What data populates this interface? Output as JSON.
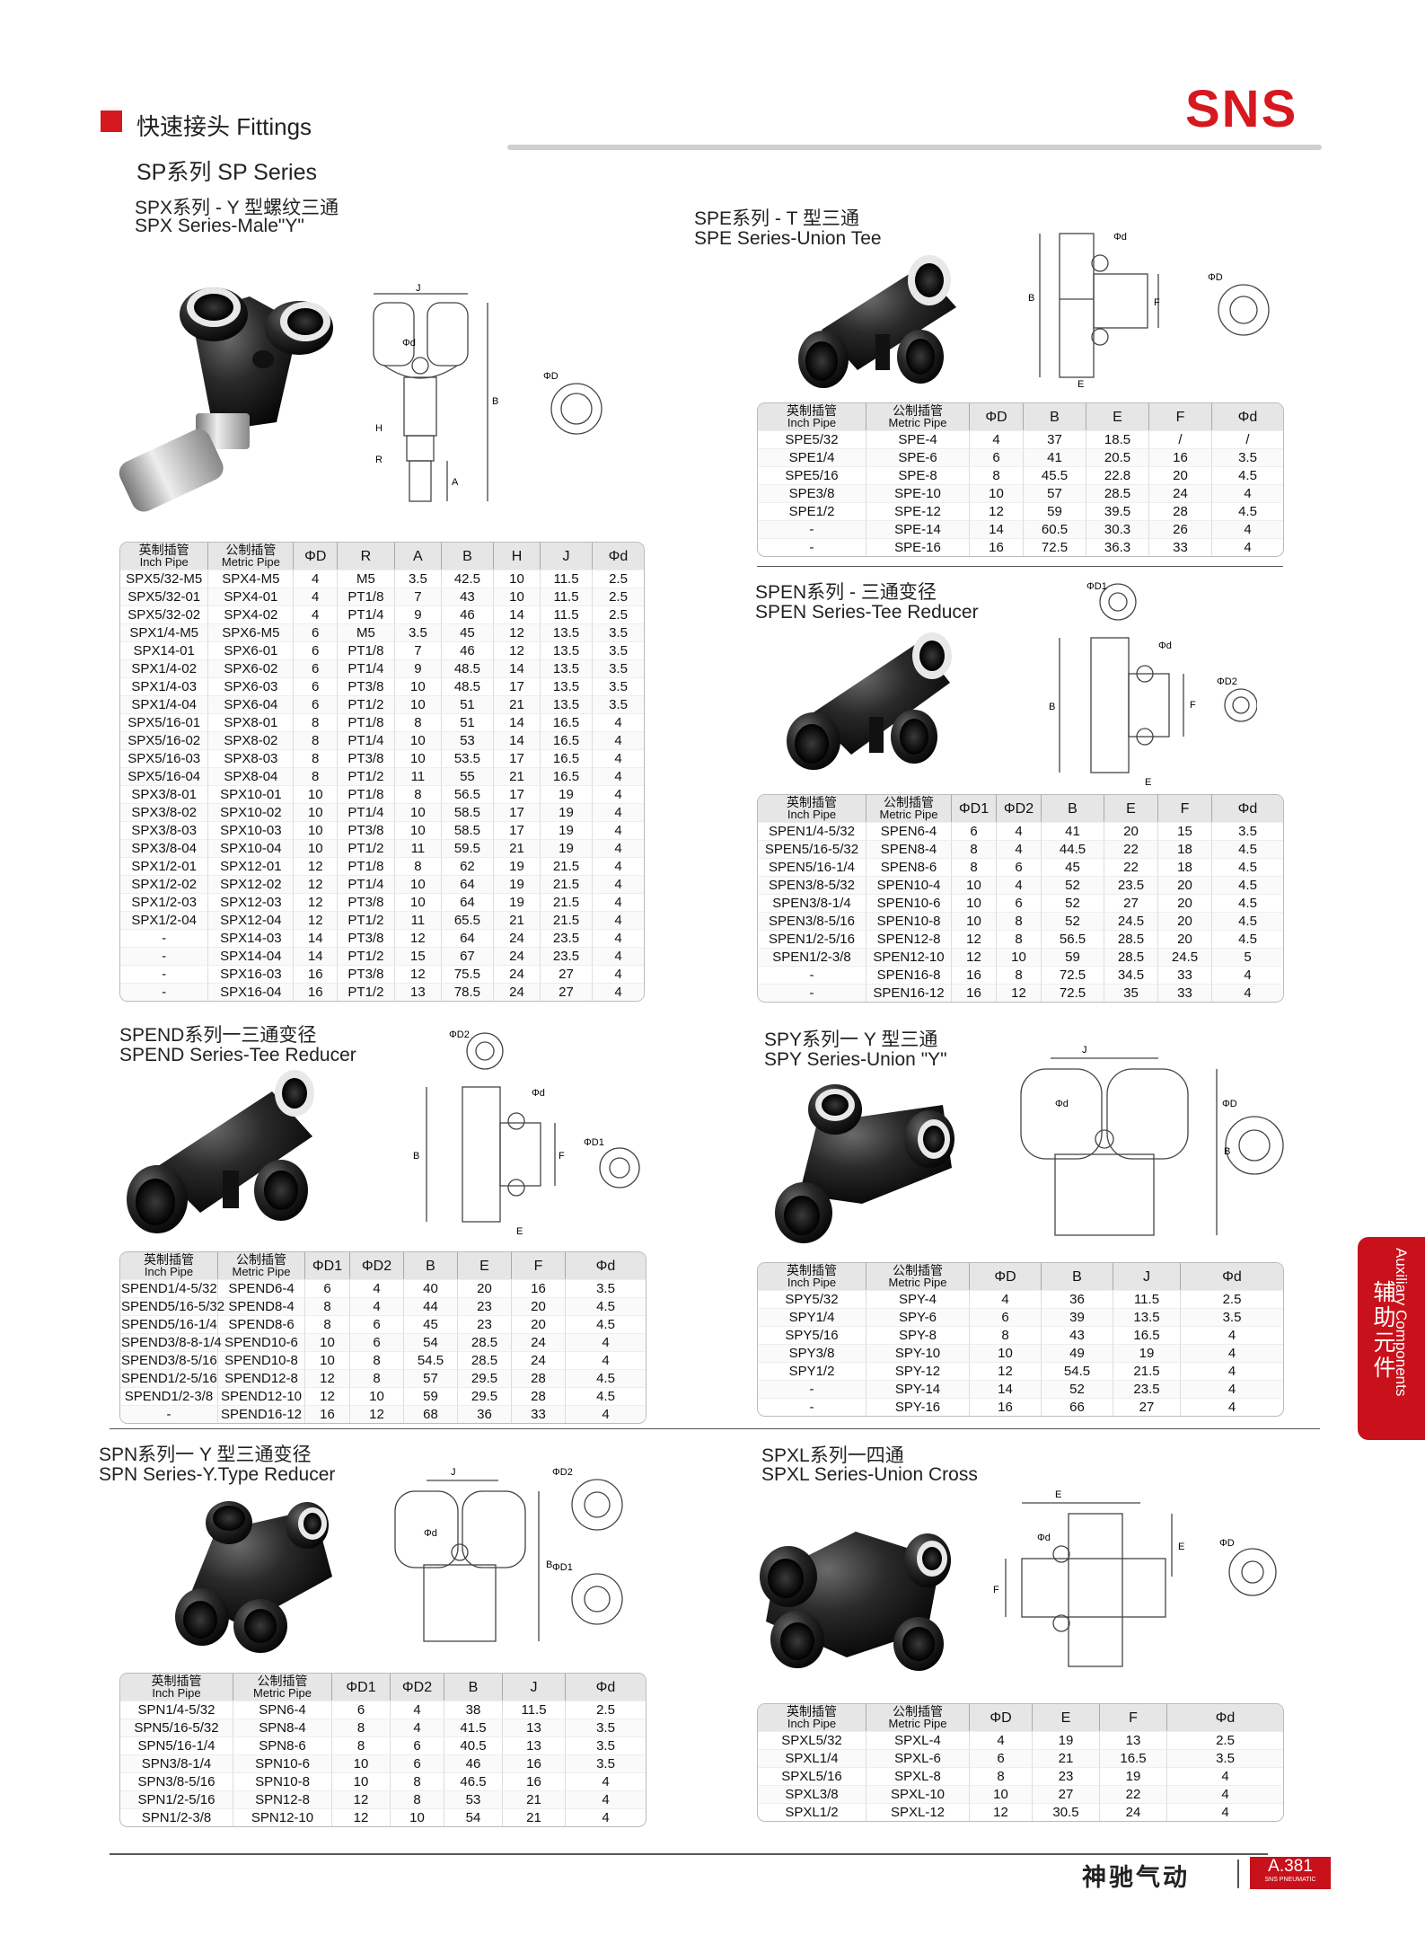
{
  "header": {
    "title": "快速接头 Fittings",
    "subtitle": "SP系列 SP Series",
    "logo": "SNS",
    "accent": "#d6181f"
  },
  "sidebar": {
    "en": "Auxiliary Components",
    "cn": "辅助元件"
  },
  "footer": {
    "brand": "神驰气动",
    "page": "A.381",
    "page_sub": "SNS PNEUMATIC"
  },
  "dims": {
    "phiD": "ΦD",
    "phid": "Φd",
    "phiD1": "ΦD1",
    "phiD2": "ΦD2",
    "A": "A",
    "B": "B",
    "E": "E",
    "F": "F",
    "H": "H",
    "J": "J",
    "R": "R"
  },
  "spx": {
    "cn": "SPX系列 - Y 型螺纹三通",
    "en": "SPX Series-Male\"Y\"",
    "headers": [
      {
        "cn": "英制插管",
        "en": "Inch Pipe"
      },
      {
        "cn": "公制插管",
        "en": "Metric Pipe"
      },
      {
        "t": "ΦD"
      },
      {
        "t": "R"
      },
      {
        "t": "A"
      },
      {
        "t": "B"
      },
      {
        "t": "H"
      },
      {
        "t": "J"
      },
      {
        "t": "Φd"
      }
    ],
    "rows": [
      [
        "SPX5/32-M5",
        "SPX4-M5",
        "4",
        "M5",
        "3.5",
        "42.5",
        "10",
        "11.5",
        "2.5"
      ],
      [
        "SPX5/32-01",
        "SPX4-01",
        "4",
        "PT1/8",
        "7",
        "43",
        "10",
        "11.5",
        "2.5"
      ],
      [
        "SPX5/32-02",
        "SPX4-02",
        "4",
        "PT1/4",
        "9",
        "46",
        "14",
        "11.5",
        "2.5"
      ],
      [
        "SPX1/4-M5",
        "SPX6-M5",
        "6",
        "M5",
        "3.5",
        "45",
        "12",
        "13.5",
        "3.5"
      ],
      [
        "SPX14-01",
        "SPX6-01",
        "6",
        "PT1/8",
        "7",
        "46",
        "12",
        "13.5",
        "3.5"
      ],
      [
        "SPX1/4-02",
        "SPX6-02",
        "6",
        "PT1/4",
        "9",
        "48.5",
        "14",
        "13.5",
        "3.5"
      ],
      [
        "SPX1/4-03",
        "SPX6-03",
        "6",
        "PT3/8",
        "10",
        "48.5",
        "17",
        "13.5",
        "3.5"
      ],
      [
        "SPX1/4-04",
        "SPX6-04",
        "6",
        "PT1/2",
        "10",
        "51",
        "21",
        "13.5",
        "3.5"
      ],
      [
        "SPX5/16-01",
        "SPX8-01",
        "8",
        "PT1/8",
        "8",
        "51",
        "14",
        "16.5",
        "4"
      ],
      [
        "SPX5/16-02",
        "SPX8-02",
        "8",
        "PT1/4",
        "10",
        "53",
        "14",
        "16.5",
        "4"
      ],
      [
        "SPX5/16-03",
        "SPX8-03",
        "8",
        "PT3/8",
        "10",
        "53.5",
        "17",
        "16.5",
        "4"
      ],
      [
        "SPX5/16-04",
        "SPX8-04",
        "8",
        "PT1/2",
        "11",
        "55",
        "21",
        "16.5",
        "4"
      ],
      [
        "SPX3/8-01",
        "SPX10-01",
        "10",
        "PT1/8",
        "8",
        "56.5",
        "17",
        "19",
        "4"
      ],
      [
        "SPX3/8-02",
        "SPX10-02",
        "10",
        "PT1/4",
        "10",
        "58.5",
        "17",
        "19",
        "4"
      ],
      [
        "SPX3/8-03",
        "SPX10-03",
        "10",
        "PT3/8",
        "10",
        "58.5",
        "17",
        "19",
        "4"
      ],
      [
        "SPX3/8-04",
        "SPX10-04",
        "10",
        "PT1/2",
        "11",
        "59.5",
        "21",
        "19",
        "4"
      ],
      [
        "SPX1/2-01",
        "SPX12-01",
        "12",
        "PT1/8",
        "8",
        "62",
        "19",
        "21.5",
        "4"
      ],
      [
        "SPX1/2-02",
        "SPX12-02",
        "12",
        "PT1/4",
        "10",
        "64",
        "19",
        "21.5",
        "4"
      ],
      [
        "SPX1/2-03",
        "SPX12-03",
        "12",
        "PT3/8",
        "10",
        "64",
        "19",
        "21.5",
        "4"
      ],
      [
        "SPX1/2-04",
        "SPX12-04",
        "12",
        "PT1/2",
        "11",
        "65.5",
        "21",
        "21.5",
        "4"
      ],
      [
        "-",
        "SPX14-03",
        "14",
        "PT3/8",
        "12",
        "64",
        "24",
        "23.5",
        "4"
      ],
      [
        "-",
        "SPX14-04",
        "14",
        "PT1/2",
        "15",
        "67",
        "24",
        "23.5",
        "4"
      ],
      [
        "-",
        "SPX16-03",
        "16",
        "PT3/8",
        "12",
        "75.5",
        "24",
        "27",
        "4"
      ],
      [
        "-",
        "SPX16-04",
        "16",
        "PT1/2",
        "13",
        "78.5",
        "24",
        "27",
        "4"
      ]
    ]
  },
  "spe": {
    "cn": "SPE系列 - T 型三通",
    "en": "SPE Series-Union Tee",
    "headers": [
      {
        "cn": "英制插管",
        "en": "Inch Pipe"
      },
      {
        "cn": "公制插管",
        "en": "Metric Pipe"
      },
      {
        "t": "ΦD"
      },
      {
        "t": "B"
      },
      {
        "t": "E"
      },
      {
        "t": "F"
      },
      {
        "t": "Φd"
      }
    ],
    "rows": [
      [
        "SPE5/32",
        "SPE-4",
        "4",
        "37",
        "18.5",
        "/",
        "/"
      ],
      [
        "SPE1/4",
        "SPE-6",
        "6",
        "41",
        "20.5",
        "16",
        "3.5"
      ],
      [
        "SPE5/16",
        "SPE-8",
        "8",
        "45.5",
        "22.8",
        "20",
        "4.5"
      ],
      [
        "SPE3/8",
        "SPE-10",
        "10",
        "57",
        "28.5",
        "24",
        "4"
      ],
      [
        "SPE1/2",
        "SPE-12",
        "12",
        "59",
        "39.5",
        "28",
        "4.5"
      ],
      [
        "-",
        "SPE-14",
        "14",
        "60.5",
        "30.3",
        "26",
        "4"
      ],
      [
        "-",
        "SPE-16",
        "16",
        "72.5",
        "36.3",
        "33",
        "4"
      ]
    ]
  },
  "spen": {
    "cn": "SPEN系列 - 三通变径",
    "en": "SPEN Series-Tee Reducer",
    "headers": [
      {
        "cn": "英制插管",
        "en": "Inch Pipe"
      },
      {
        "cn": "公制插管",
        "en": "Metric Pipe"
      },
      {
        "t": "ΦD1"
      },
      {
        "t": "ΦD2"
      },
      {
        "t": "B"
      },
      {
        "t": "E"
      },
      {
        "t": "F"
      },
      {
        "t": "Φd"
      }
    ],
    "rows": [
      [
        "SPEN1/4-5/32",
        "SPEN6-4",
        "6",
        "4",
        "41",
        "20",
        "15",
        "3.5"
      ],
      [
        "SPEN5/16-5/32",
        "SPEN8-4",
        "8",
        "4",
        "44.5",
        "22",
        "18",
        "4.5"
      ],
      [
        "SPEN5/16-1/4",
        "SPEN8-6",
        "8",
        "6",
        "45",
        "22",
        "18",
        "4.5"
      ],
      [
        "SPEN3/8-5/32",
        "SPEN10-4",
        "10",
        "4",
        "52",
        "23.5",
        "20",
        "4.5"
      ],
      [
        "SPEN3/8-1/4",
        "SPEN10-6",
        "10",
        "6",
        "52",
        "27",
        "20",
        "4.5"
      ],
      [
        "SPEN3/8-5/16",
        "SPEN10-8",
        "10",
        "8",
        "52",
        "24.5",
        "20",
        "4.5"
      ],
      [
        "SPEN1/2-5/16",
        "SPEN12-8",
        "12",
        "8",
        "56.5",
        "28.5",
        "20",
        "4.5"
      ],
      [
        "SPEN1/2-3/8",
        "SPEN12-10",
        "12",
        "10",
        "59",
        "28.5",
        "24.5",
        "5"
      ],
      [
        "-",
        "SPEN16-8",
        "16",
        "8",
        "72.5",
        "34.5",
        "33",
        "4"
      ],
      [
        "-",
        "SPEN16-12",
        "16",
        "12",
        "72.5",
        "35",
        "33",
        "4"
      ]
    ]
  },
  "spend": {
    "cn": "SPEND系列一三通变径",
    "en": "SPEND Series-Tee Reducer",
    "headers": [
      {
        "cn": "英制插管",
        "en": "Inch Pipe"
      },
      {
        "cn": "公制插管",
        "en": "Metric Pipe"
      },
      {
        "t": "ΦD1"
      },
      {
        "t": "ΦD2"
      },
      {
        "t": "B"
      },
      {
        "t": "E"
      },
      {
        "t": "F"
      },
      {
        "t": "Φd"
      }
    ],
    "rows": [
      [
        "SPEND1/4-5/32",
        "SPEND6-4",
        "6",
        "4",
        "40",
        "20",
        "16",
        "3.5"
      ],
      [
        "SPEND5/16-5/32",
        "SPEND8-4",
        "8",
        "4",
        "44",
        "23",
        "20",
        "4.5"
      ],
      [
        "SPEND5/16-1/4",
        "SPEND8-6",
        "8",
        "6",
        "45",
        "23",
        "20",
        "4.5"
      ],
      [
        "SPEND3/8-8-1/4",
        "SPEND10-6",
        "10",
        "6",
        "54",
        "28.5",
        "24",
        "4"
      ],
      [
        "SPEND3/8-5/16",
        "SPEND10-8",
        "10",
        "8",
        "54.5",
        "28.5",
        "24",
        "4"
      ],
      [
        "SPEND1/2-5/16",
        "SPEND12-8",
        "12",
        "8",
        "57",
        "29.5",
        "28",
        "4.5"
      ],
      [
        "SPEND1/2-3/8",
        "SPEND12-10",
        "12",
        "10",
        "59",
        "29.5",
        "28",
        "4.5"
      ],
      [
        "-",
        "SPEND16-12",
        "16",
        "12",
        "68",
        "36",
        "33",
        "4"
      ]
    ]
  },
  "spy": {
    "cn": "SPY系列一 Y 型三通",
    "en": "SPY Series-Union \"Y\"",
    "headers": [
      {
        "cn": "英制插管",
        "en": "Inch Pipe"
      },
      {
        "cn": "公制插管",
        "en": "Metric Pipe"
      },
      {
        "t": "ΦD"
      },
      {
        "t": "B"
      },
      {
        "t": "J"
      },
      {
        "t": "Φd"
      }
    ],
    "rows": [
      [
        "SPY5/32",
        "SPY-4",
        "4",
        "36",
        "11.5",
        "2.5"
      ],
      [
        "SPY1/4",
        "SPY-6",
        "6",
        "39",
        "13.5",
        "3.5"
      ],
      [
        "SPY5/16",
        "SPY-8",
        "8",
        "43",
        "16.5",
        "4"
      ],
      [
        "SPY3/8",
        "SPY-10",
        "10",
        "49",
        "19",
        "4"
      ],
      [
        "SPY1/2",
        "SPY-12",
        "12",
        "54.5",
        "21.5",
        "4"
      ],
      [
        "-",
        "SPY-14",
        "14",
        "52",
        "23.5",
        "4"
      ],
      [
        "-",
        "SPY-16",
        "16",
        "66",
        "27",
        "4"
      ]
    ]
  },
  "spn": {
    "cn": "SPN系列一 Y 型三通变径",
    "en": "SPN Series-Y.Type Reducer",
    "headers": [
      {
        "cn": "英制插管",
        "en": "Inch Pipe"
      },
      {
        "cn": "公制插管",
        "en": "Metric Pipe"
      },
      {
        "t": "ΦD1"
      },
      {
        "t": "ΦD2"
      },
      {
        "t": "B"
      },
      {
        "t": "J"
      },
      {
        "t": "Φd"
      }
    ],
    "rows": [
      [
        "SPN1/4-5/32",
        "SPN6-4",
        "6",
        "4",
        "38",
        "11.5",
        "2.5"
      ],
      [
        "SPN5/16-5/32",
        "SPN8-4",
        "8",
        "4",
        "41.5",
        "13",
        "3.5"
      ],
      [
        "SPN5/16-1/4",
        "SPN8-6",
        "8",
        "6",
        "40.5",
        "13",
        "3.5"
      ],
      [
        "SPN3/8-1/4",
        "SPN10-6",
        "10",
        "6",
        "46",
        "16",
        "3.5"
      ],
      [
        "SPN3/8-5/16",
        "SPN10-8",
        "10",
        "8",
        "46.5",
        "16",
        "4"
      ],
      [
        "SPN1/2-5/16",
        "SPN12-8",
        "12",
        "8",
        "53",
        "21",
        "4"
      ],
      [
        "SPN1/2-3/8",
        "SPN12-10",
        "12",
        "10",
        "54",
        "21",
        "4"
      ]
    ]
  },
  "spxl": {
    "cn": "SPXL系列一四通",
    "en": "SPXL Series-Union Cross",
    "headers": [
      {
        "cn": "英制插管",
        "en": "Inch Pipe"
      },
      {
        "cn": "公制插管",
        "en": "Metric Pipe"
      },
      {
        "t": "ΦD"
      },
      {
        "t": "E"
      },
      {
        "t": "F"
      },
      {
        "t": "Φd"
      }
    ],
    "rows": [
      [
        "SPXL5/32",
        "SPXL-4",
        "4",
        "19",
        "13",
        "2.5"
      ],
      [
        "SPXL1/4",
        "SPXL-6",
        "6",
        "21",
        "16.5",
        "3.5"
      ],
      [
        "SPXL5/16",
        "SPXL-8",
        "8",
        "23",
        "19",
        "4"
      ],
      [
        "SPXL3/8",
        "SPXL-10",
        "10",
        "27",
        "22",
        "4"
      ],
      [
        "SPXL1/2",
        "SPXL-12",
        "12",
        "30.5",
        "24",
        "4"
      ]
    ]
  }
}
